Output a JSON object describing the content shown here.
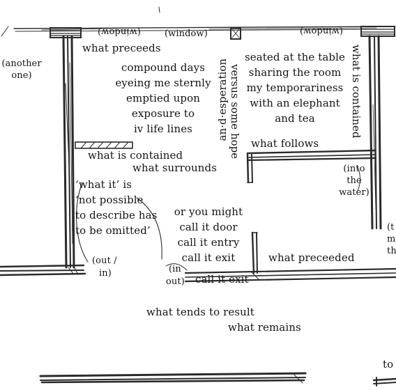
{
  "labels": {
    "window_top_left": "(window)",
    "window_top_center": "(window)",
    "window_top_right": "(window)",
    "what_preceeds": "what preceeds",
    "another_one": [
      "(another",
      "one)"
    ],
    "compound_days": [
      "compound days",
      "eyeing me sternly",
      "emptied upon",
      "exposure to",
      "iv life lines"
    ],
    "an_desperation": "an·d·esperation",
    "versus_some_hope": "versus some hope",
    "seated_block": [
      "seated at the table",
      "sharing the room",
      "my temporariness",
      "with an elephant",
      "and tea"
    ],
    "what_is_contained_vertical": "what is contained",
    "what_follows": "what follows",
    "what_is_contained": "what is contained",
    "what_surrounds": "what surrounds",
    "into_the_water": [
      "(into",
      "the",
      "water)"
    ],
    "what_it_is": [
      "‘what it’ is",
      "‘not possible",
      "to describe has",
      "to be omitted’"
    ],
    "door_block": [
      "or you might",
      "call it door",
      "call it entry",
      "call it exit"
    ],
    "right_edge_cut": [
      "(t",
      "m",
      "th"
    ],
    "out_in": [
      "(out /",
      "in)"
    ],
    "in_out": [
      "(in",
      "out)"
    ],
    "call_it_exit": "call it exit",
    "what_preceeded": "what preceeded",
    "what_tends_to_result": "what tends to result",
    "what_remains": "what remains",
    "to_cut": "to"
  }
}
